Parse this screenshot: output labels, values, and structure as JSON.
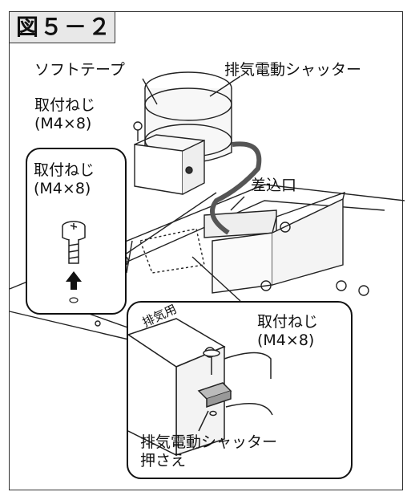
{
  "figure": {
    "tag": "図５－２"
  },
  "labels": {
    "soft_tape": "ソフトテープ",
    "shutter": "排気電動シャッター",
    "screw_top_name": "取付ねじ",
    "screw_top_size": "(M4×8)",
    "inlet": "差込口",
    "callout_left_name": "取付ねじ",
    "callout_left_size": "(M4×8)",
    "callout_right_name": "取付ねじ",
    "callout_right_size": "(M4×8)",
    "box_side": "排気用",
    "bracket_line1": "排気電動シャッター",
    "bracket_line2": "押さえ"
  }
}
